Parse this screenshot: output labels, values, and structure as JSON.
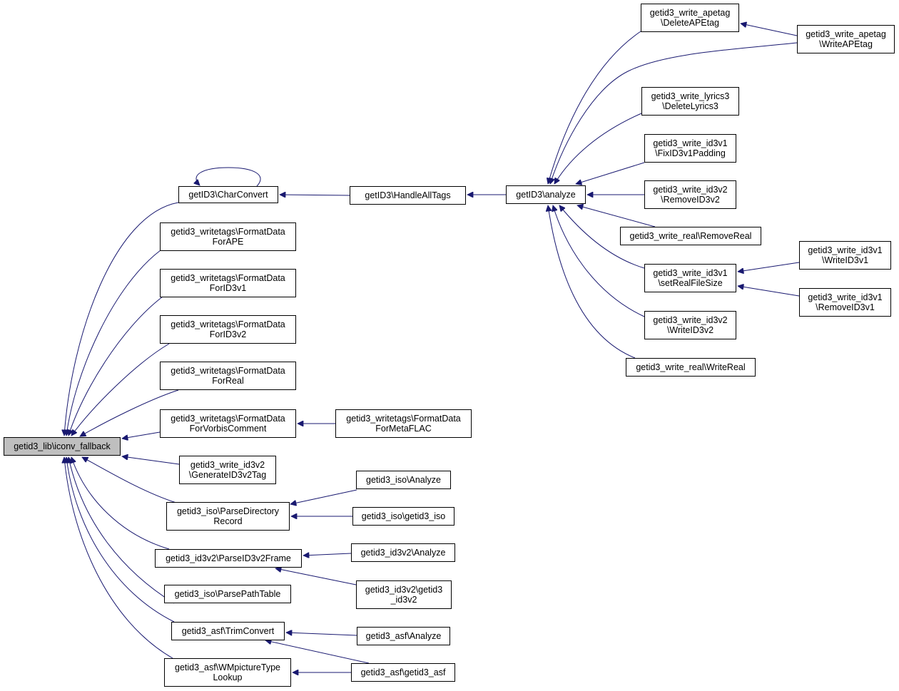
{
  "diagram": {
    "type": "doxygen-caller-graph",
    "colors": {
      "edge": "#191970",
      "node_border": "#000000",
      "node_fill": "#ffffff",
      "current_node_fill": "#bfbfbf"
    },
    "nodes": [
      {
        "id": "iconv_fallback",
        "lines": [
          "getid3_lib\\iconv_fallback"
        ],
        "current": true
      },
      {
        "id": "CharConvert",
        "lines": [
          "getID3\\CharConvert"
        ]
      },
      {
        "id": "FD_APE",
        "lines": [
          "getid3_writetags\\FormatData",
          "ForAPE"
        ]
      },
      {
        "id": "FD_ID3v1",
        "lines": [
          "getid3_writetags\\FormatData",
          "ForID3v1"
        ]
      },
      {
        "id": "FD_ID3v2",
        "lines": [
          "getid3_writetags\\FormatData",
          "ForID3v2"
        ]
      },
      {
        "id": "FD_Real",
        "lines": [
          "getid3_writetags\\FormatData",
          "ForReal"
        ]
      },
      {
        "id": "FD_Vorbis",
        "lines": [
          "getid3_writetags\\FormatData",
          "ForVorbisComment"
        ]
      },
      {
        "id": "GenerateID3v2Tag",
        "lines": [
          "getid3_write_id3v2",
          "\\GenerateID3v2Tag"
        ]
      },
      {
        "id": "ParseDirectoryRecord",
        "lines": [
          "getid3_iso\\ParseDirectory",
          "Record"
        ]
      },
      {
        "id": "ParseID3v2Frame",
        "lines": [
          "getid3_id3v2\\ParseID3v2Frame"
        ]
      },
      {
        "id": "ParsePathTable",
        "lines": [
          "getid3_iso\\ParsePathTable"
        ]
      },
      {
        "id": "TrimConvert",
        "lines": [
          "getid3_asf\\TrimConvert"
        ]
      },
      {
        "id": "WMpictureTypeLookup",
        "lines": [
          "getid3_asf\\WMpictureType",
          "Lookup"
        ]
      },
      {
        "id": "HandleAllTags",
        "lines": [
          "getID3\\HandleAllTags"
        ]
      },
      {
        "id": "FD_MetaFLAC",
        "lines": [
          "getid3_writetags\\FormatData",
          "ForMetaFLAC"
        ]
      },
      {
        "id": "iso_Analyze",
        "lines": [
          "getid3_iso\\Analyze"
        ]
      },
      {
        "id": "iso_ctor",
        "lines": [
          "getid3_iso\\getid3_iso"
        ]
      },
      {
        "id": "id3v2_Analyze",
        "lines": [
          "getid3_id3v2\\Analyze"
        ]
      },
      {
        "id": "id3v2_ctor",
        "lines": [
          "getid3_id3v2\\getid3",
          "_id3v2"
        ]
      },
      {
        "id": "asf_Analyze",
        "lines": [
          "getid3_asf\\Analyze"
        ]
      },
      {
        "id": "asf_ctor",
        "lines": [
          "getid3_asf\\getid3_asf"
        ]
      },
      {
        "id": "analyze",
        "lines": [
          "getID3\\analyze"
        ]
      },
      {
        "id": "DeleteAPEtag",
        "lines": [
          "getid3_write_apetag",
          "\\DeleteAPEtag"
        ]
      },
      {
        "id": "DeleteLyrics3",
        "lines": [
          "getid3_write_lyrics3",
          "\\DeleteLyrics3"
        ]
      },
      {
        "id": "FixID3v1Padding",
        "lines": [
          "getid3_write_id3v1",
          "\\FixID3v1Padding"
        ]
      },
      {
        "id": "RemoveID3v2",
        "lines": [
          "getid3_write_id3v2",
          "\\RemoveID3v2"
        ]
      },
      {
        "id": "RemoveReal",
        "lines": [
          "getid3_write_real\\RemoveReal"
        ]
      },
      {
        "id": "setRealFileSize",
        "lines": [
          "getid3_write_id3v1",
          "\\setRealFileSize"
        ]
      },
      {
        "id": "WriteID3v2",
        "lines": [
          "getid3_write_id3v2",
          "\\WriteID3v2"
        ]
      },
      {
        "id": "WriteReal",
        "lines": [
          "getid3_write_real\\WriteReal"
        ]
      },
      {
        "id": "WriteAPEtag",
        "lines": [
          "getid3_write_apetag",
          "\\WriteAPEtag"
        ]
      },
      {
        "id": "WriteID3v1",
        "lines": [
          "getid3_write_id3v1",
          "\\WriteID3v1"
        ]
      },
      {
        "id": "RemoveID3v1",
        "lines": [
          "getid3_write_id3v1",
          "\\RemoveID3v1"
        ]
      }
    ],
    "edges": [
      {
        "from": "CharConvert",
        "to": "iconv_fallback"
      },
      {
        "from": "FD_APE",
        "to": "iconv_fallback"
      },
      {
        "from": "FD_ID3v1",
        "to": "iconv_fallback"
      },
      {
        "from": "FD_ID3v2",
        "to": "iconv_fallback"
      },
      {
        "from": "FD_Real",
        "to": "iconv_fallback"
      },
      {
        "from": "FD_Vorbis",
        "to": "iconv_fallback"
      },
      {
        "from": "GenerateID3v2Tag",
        "to": "iconv_fallback"
      },
      {
        "from": "ParseDirectoryRecord",
        "to": "iconv_fallback"
      },
      {
        "from": "ParseID3v2Frame",
        "to": "iconv_fallback"
      },
      {
        "from": "ParsePathTable",
        "to": "iconv_fallback"
      },
      {
        "from": "TrimConvert",
        "to": "iconv_fallback"
      },
      {
        "from": "WMpictureTypeLookup",
        "to": "iconv_fallback"
      },
      {
        "from": "CharConvert",
        "to": "CharConvert"
      },
      {
        "from": "HandleAllTags",
        "to": "CharConvert"
      },
      {
        "from": "FD_MetaFLAC",
        "to": "FD_Vorbis"
      },
      {
        "from": "iso_Analyze",
        "to": "ParseDirectoryRecord"
      },
      {
        "from": "iso_ctor",
        "to": "ParseDirectoryRecord"
      },
      {
        "from": "id3v2_Analyze",
        "to": "ParseID3v2Frame"
      },
      {
        "from": "id3v2_ctor",
        "to": "ParseID3v2Frame"
      },
      {
        "from": "asf_Analyze",
        "to": "TrimConvert"
      },
      {
        "from": "asf_ctor",
        "to": "TrimConvert"
      },
      {
        "from": "asf_ctor",
        "to": "WMpictureTypeLookup"
      },
      {
        "from": "analyze",
        "to": "HandleAllTags"
      },
      {
        "from": "DeleteAPEtag",
        "to": "analyze"
      },
      {
        "from": "WriteAPEtag",
        "to": "analyze"
      },
      {
        "from": "DeleteLyrics3",
        "to": "analyze"
      },
      {
        "from": "FixID3v1Padding",
        "to": "analyze"
      },
      {
        "from": "RemoveID3v2",
        "to": "analyze"
      },
      {
        "from": "RemoveReal",
        "to": "analyze"
      },
      {
        "from": "setRealFileSize",
        "to": "analyze"
      },
      {
        "from": "WriteID3v2",
        "to": "analyze"
      },
      {
        "from": "WriteReal",
        "to": "analyze"
      },
      {
        "from": "WriteAPEtag",
        "to": "DeleteAPEtag"
      },
      {
        "from": "WriteID3v1",
        "to": "setRealFileSize"
      },
      {
        "from": "RemoveID3v1",
        "to": "setRealFileSize"
      }
    ]
  }
}
